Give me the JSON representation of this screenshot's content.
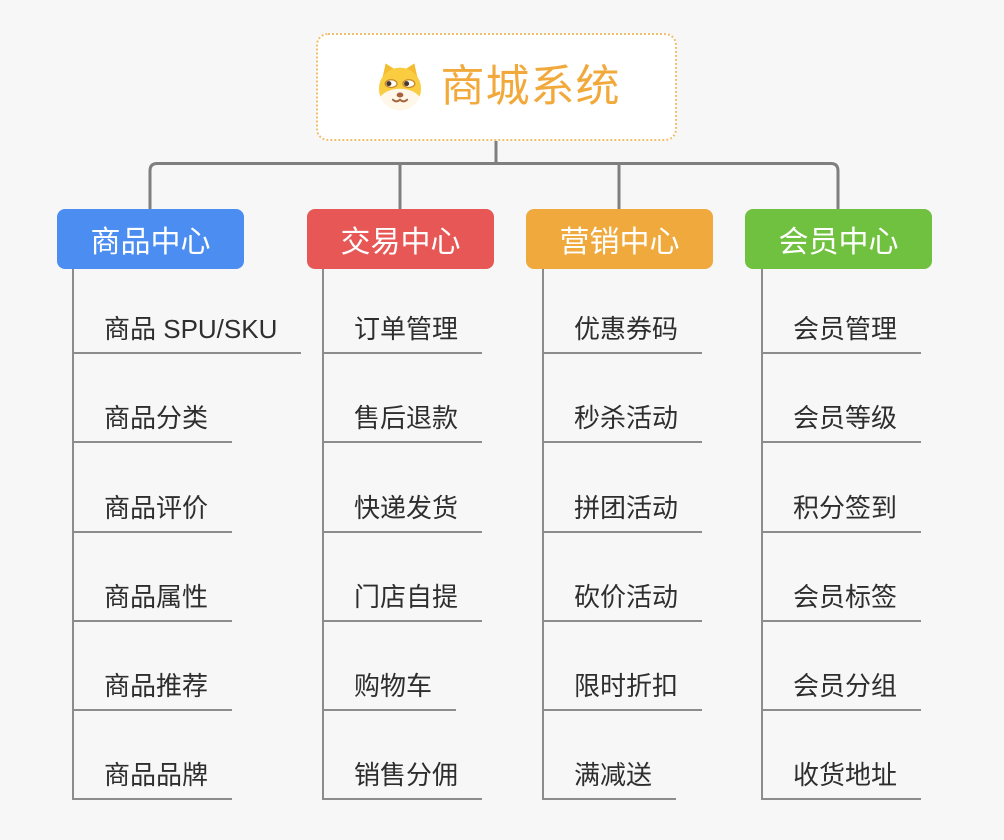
{
  "root": {
    "title": "商城系统",
    "icon": "shiba-dog-icon",
    "title_color": "#F2A93B",
    "border_color": "#F0BE6E"
  },
  "connectors": {
    "color": "#7F7F7F"
  },
  "branches": [
    {
      "label": "商品中心",
      "color": "#4C8DF2",
      "items": [
        "商品 SPU/SKU",
        "商品分类",
        "商品评价",
        "商品属性",
        "商品推荐",
        "商品品牌"
      ]
    },
    {
      "label": "交易中心",
      "color": "#E65755",
      "items": [
        "订单管理",
        "售后退款",
        "快递发货",
        "门店自提",
        "购物车",
        "销售分佣"
      ]
    },
    {
      "label": "营销中心",
      "color": "#EFA93C",
      "items": [
        "优惠券码",
        "秒杀活动",
        "拼团活动",
        "砍价活动",
        "限时折扣",
        "满减送"
      ]
    },
    {
      "label": "会员中心",
      "color": "#6FC13F",
      "items": [
        "会员管理",
        "会员等级",
        "积分签到",
        "会员标签",
        "会员分组",
        "收货地址"
      ]
    }
  ]
}
